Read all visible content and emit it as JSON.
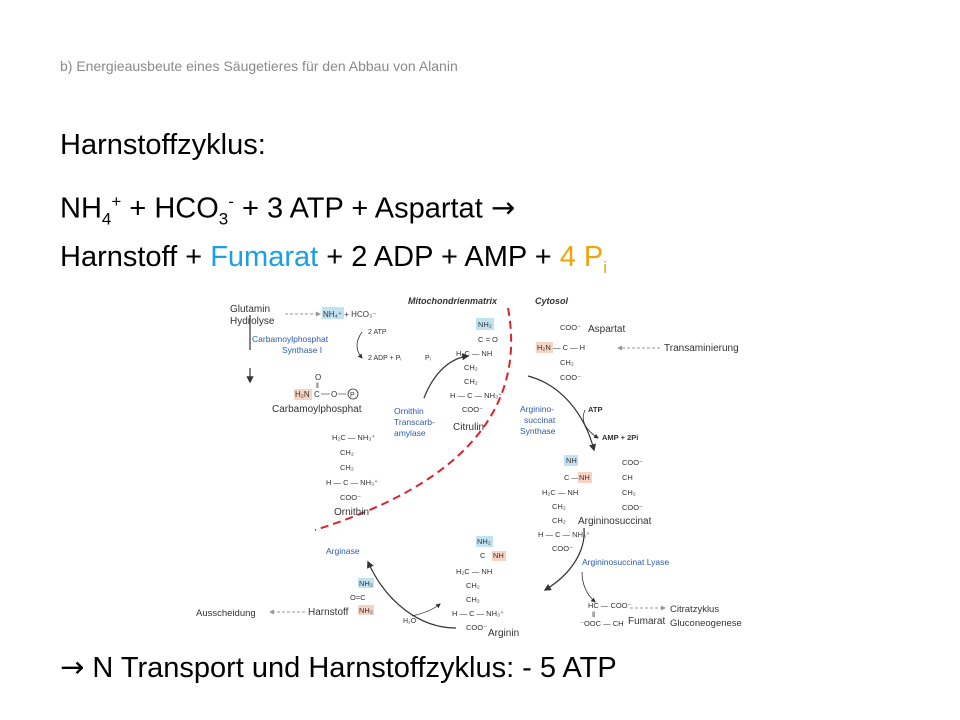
{
  "slide": {
    "subtitle": "b) Energieausbeute eines Säugetieres für den Abbau von Alanin",
    "heading": "Harnstoffzyklus:",
    "eq1": {
      "nh": "NH",
      "nh_sub": "4",
      "nh_sup": "+",
      "plus_hco": " + HCO",
      "hco_sub": "3",
      "hco_sup": "-",
      "rest": " + 3 ATP + Aspartat ",
      "arrow": "→"
    },
    "eq2": {
      "harnstoff": "Harnstoff + ",
      "fumarat": "Fumarat",
      "adp_amp": " + 2 ADP + AMP + ",
      "p": "4 P",
      "p_sub": "i"
    },
    "conclusion": {
      "arrow": "→",
      "text": " N Transport und Harnstoffzyklus: - 5 ATP"
    }
  },
  "diagram": {
    "compartments": {
      "matrix": "Mitochondrienmatrix",
      "cytosol": "Cytosol"
    },
    "glutamin": {
      "line1": "Glutamin",
      "line2": "Hydrolyse"
    },
    "reactants_box": "NH₄⁺ + HCO₃⁻",
    "atp2": "2 ATP",
    "adp2": "2 ADP + Pᵢ",
    "enzyme_cps": {
      "line1": "Carbamoylphosphat",
      "line2": "Synthase I"
    },
    "pi": "Pᵢ",
    "cp_atoms": {
      "o": "O",
      "dbl": "‖",
      "nh2": "H₂N",
      "c": "C",
      "o2": "O",
      "p": "P"
    },
    "carbamoylphosphat": "Carbamoylphosphat",
    "citrulin_atoms": [
      "NH₂",
      "C = O",
      "H₂C — NH",
      "CH₂",
      "CH₂",
      "H — C — NH₃⁺",
      "COO⁻"
    ],
    "citrulin": "Citrulin",
    "enzyme_otc": {
      "line1": "Ornithin",
      "line2": "Transcarb-",
      "line3": "amylase"
    },
    "ornithin_atoms": [
      "H₂C — NH₃⁺",
      "CH₂",
      "CH₂",
      "H — C — NH₃⁺",
      "COO⁻"
    ],
    "ornithin": "Ornithin",
    "aspartat_atoms": {
      "coo1": "COO⁻",
      "h2n": "H₂N",
      "ch": "— C — H",
      "ch2": "CH₂",
      "coo2": "COO⁻"
    },
    "aspartat": "Aspartat",
    "transaminierung": "Transaminierung",
    "atp": "ATP",
    "amp": "AMP + 2Pi",
    "enzyme_ass": {
      "line1": "Arginino-",
      "line2": "succinat",
      "line3": "Synthase"
    },
    "argsucc_atoms": {
      "nh": "NH",
      "cnh": "C —",
      "nh_red": "NH",
      "coo1": "COO⁻",
      "ch": "CH",
      "ch2": "CH₂",
      "coo2": "COO⁻",
      "chain": [
        "H₂C — NH",
        "CH₂",
        "CH₂",
        "H — C — NH₃⁺",
        "COO⁻"
      ]
    },
    "argininosuccinat": "Argininosuccinat",
    "enzyme_asl": "Argininosuccinat Lyase",
    "fumarat_atoms": {
      "l1": "HC — COO⁻",
      "l2": "‖",
      "l3": "⁻OOC — CH"
    },
    "fumarat": "Fumarat",
    "citratzyklus": {
      "line1": "Citratzyklus",
      "line2": "Gluconeogenese"
    },
    "arginase": "Arginase",
    "arginin_atoms": {
      "nh2": "NH₂",
      "c": "C",
      "nh": "NH",
      "chain": [
        "H₂C — NH",
        "CH₂",
        "CH₂",
        "H — C — NH₃⁺",
        "COO⁻"
      ]
    },
    "arginin": "Arginin",
    "harnstoff_atoms": {
      "nh2a": "NH₂",
      "oc": "O=C",
      "nh2b": "NH₂"
    },
    "harnstoff": "Harnstoff",
    "ausscheidung": "Ausscheidung",
    "h2o": "H₂O"
  }
}
